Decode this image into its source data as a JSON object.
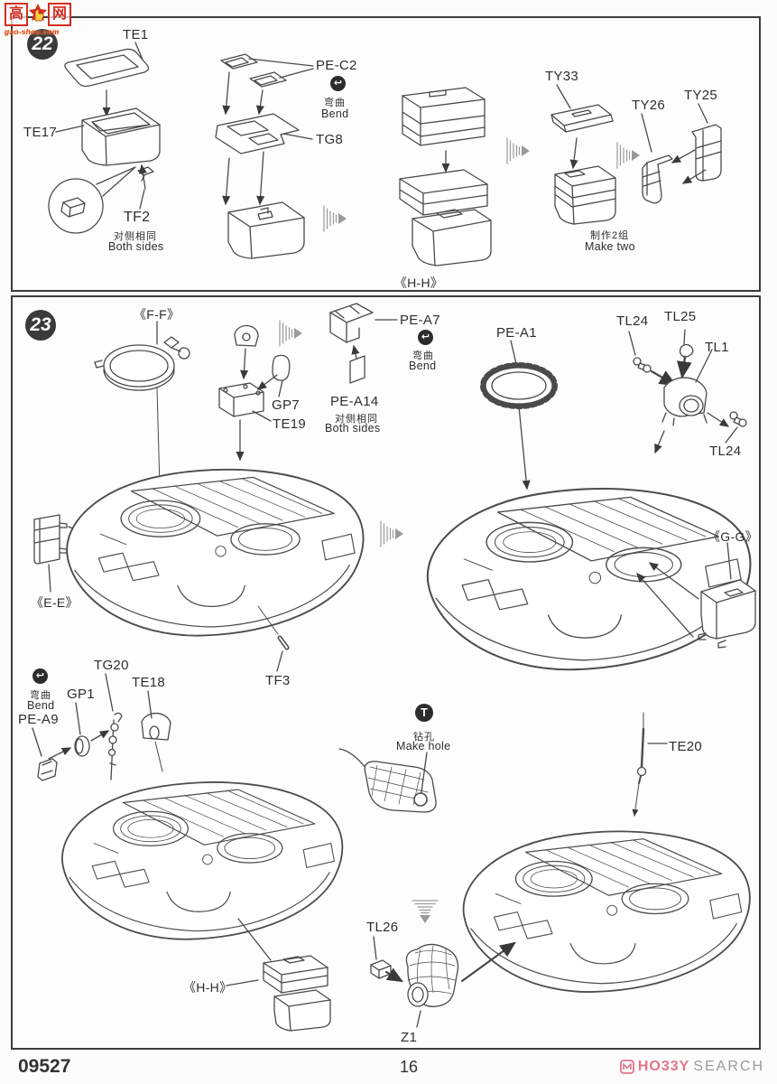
{
  "watermark": {
    "char_left": "高",
    "char_right": "网",
    "domain": "gao-shou.com"
  },
  "footer": {
    "kit_number": "09527",
    "page_number": "16",
    "brand_name": "HO33Y",
    "brand_suffix": "SEARCH"
  },
  "symbols": {
    "bend": "↩",
    "drill": "T"
  },
  "colors": {
    "watermark_red": "#d42e20",
    "brand_pink": "#e5738c",
    "brand_gray": "#9b9b9b",
    "line": "#4a4a4a",
    "badge_bg": "#3a3a3a"
  },
  "step22": {
    "number": "22",
    "parts": {
      "te1": "TE1",
      "te17": "TE17",
      "tf2": "TF2",
      "pec2": "PE-C2",
      "tg8": "TG8",
      "ty33": "TY33",
      "ty26": "TY26",
      "ty25": "TY25"
    },
    "notes": {
      "both_sides_cn": "对侧相同",
      "both_sides_en": "Both sides",
      "bend_cn": "弯曲",
      "bend_en": "Bend",
      "make_two_cn": "制作2组",
      "make_two_en": "Make two",
      "section_hh": "《H-H》"
    }
  },
  "step23": {
    "number": "23",
    "parts": {
      "pea7": "PE-A7",
      "pea14": "PE-A14",
      "gp7": "GP7",
      "te19": "TE19",
      "pea1": "PE-A1",
      "tl24": "TL24",
      "tl25": "TL25",
      "tl1": "TL1",
      "tl24b": "TL24",
      "tg20": "TG20",
      "te18": "TE18",
      "gp1": "GP1",
      "pea9": "PE-A9",
      "tf3": "TF3",
      "te20": "TE20",
      "tl26": "TL26",
      "z1": "Z1"
    },
    "notes": {
      "section_ff": "《F-F》",
      "section_ee": "《E-E》",
      "section_gg": "《G-G》",
      "section_hh": "《H-H》",
      "bend_cn": "弯曲",
      "bend_en": "Bend",
      "bend2_cn": "弯曲",
      "bend2_en": "Bend",
      "both_sides_cn": "对侧相同",
      "both_sides_en": "Both sides",
      "drill_cn": "钻孔",
      "drill_en": "Make hole"
    }
  }
}
